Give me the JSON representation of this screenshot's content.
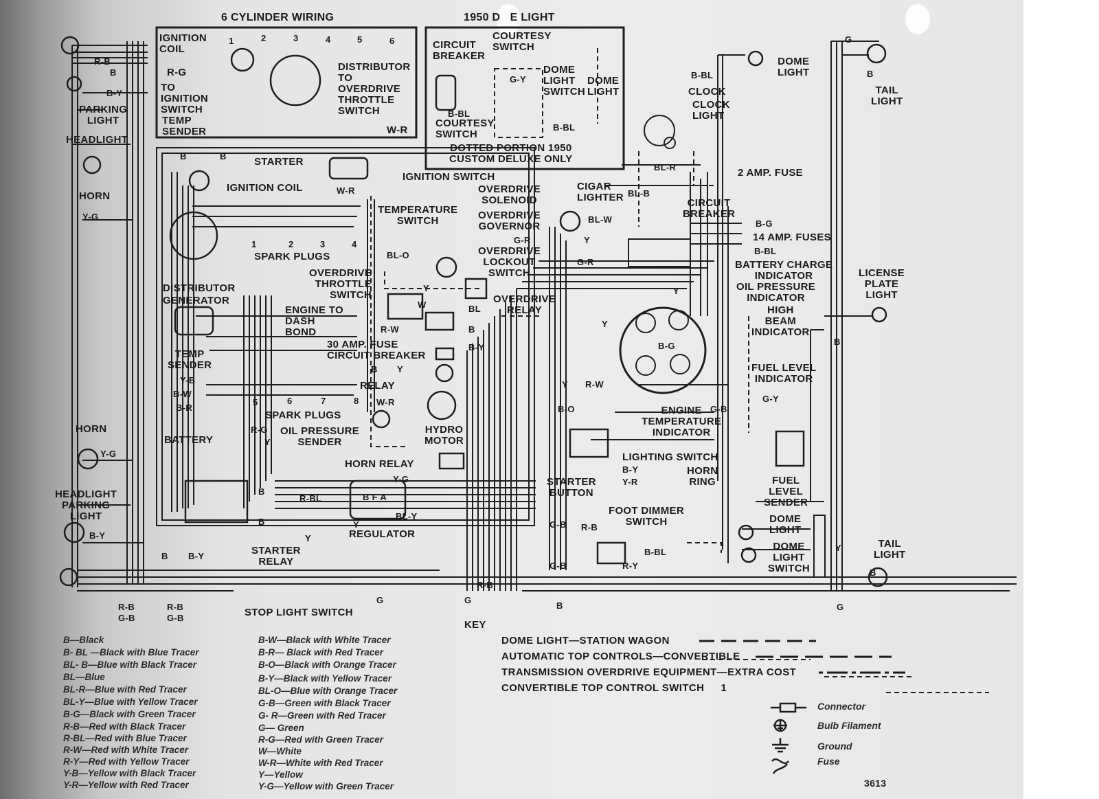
{
  "headings": {
    "six_cyl": "6 CYLINDER WIRING",
    "dome_light_1950": "1950 D   E LIGHT",
    "key": "KEY"
  },
  "inset_6cyl": {
    "ignition_coil": "IGNITION\nCOIL",
    "r_g": "R-G",
    "to_ignition_switch": "TO\nIGNITION\nSWITCH",
    "temp_sender": "TEMP\nSENDER",
    "distributor_to_overdrive": "DISTRIBUTOR\nTO\nOVERDRIVE\nTHROTTLE\nSWITCH",
    "w_r": "W-R",
    "plugs": [
      "1",
      "2",
      "3",
      "4",
      "5",
      "6"
    ]
  },
  "inset_dome": {
    "circuit_breaker": "CIRCUIT\nBREAKER",
    "courtesy_switch_top": "COURTESY\nSWITCH",
    "dome_light_switch": "DOME\nLIGHT\nSWITCH",
    "dome_light": "DOME\nLIGHT",
    "g_y": "G-Y",
    "b_bl_1": "B-BL",
    "courtesy_switch_bottom": "COURTESY\nSWITCH",
    "b_bl_2": "B-BL",
    "dotted_note": "DOTTED PORTION 1950\nCUSTOM DELUXE ONLY"
  },
  "left_side": {
    "r_b": "R-B",
    "b": "B",
    "b_y": "B-Y",
    "parking_light": "PARKING\nLIGHT",
    "headlight": "HEADLIGHT",
    "horn": "HORN",
    "y_g": "Y-G",
    "horn_2": "HORN",
    "y_g_2": "Y-G",
    "headlight_parking": "HEADLIGHT\nPARKING\nLIGHT",
    "b_y_2": "B-Y",
    "r_b_2": "R-B",
    "g_b": "G-B",
    "r_b_3": "R-B",
    "g_b_2": "G-B",
    "b_3": "B",
    "b_y_3": "B-Y"
  },
  "engine": {
    "b_1": "B",
    "b_2": "B",
    "starter": "STARTER",
    "ignition_coil": "IGNITION COIL",
    "w_r": "W-R",
    "spark_plugs_top": "SPARK PLUGS",
    "plugs_top": [
      "1",
      "2",
      "3",
      "4"
    ],
    "distributor": "DISTRIBUTOR",
    "generator": "GENERATOR",
    "temp_sender": "TEMP\nSENDER",
    "y_b": "Y-B",
    "b_w": "B-W",
    "b_r": "B-R",
    "spark_plugs_bottom": "SPARK PLUGS",
    "plugs_bottom": [
      "5",
      "6",
      "7",
      "8"
    ],
    "r_g": "R-G",
    "y": "Y",
    "oil_pressure_sender": "OIL PRESSURE\nSENDER",
    "battery": "BATTERY",
    "horn_relay": "HORN RELAY",
    "y_g": "Y-G",
    "b_f_a": "B F A",
    "r_bl": "R-BL",
    "bl_y": "BL-Y",
    "regulator": "REGULATOR",
    "starter_relay": "STARTER\nRELAY",
    "y_2": "Y",
    "b_3": "B",
    "y_3": "Y",
    "b_4": "B"
  },
  "center": {
    "ignition_switch": "IGNITION SWITCH",
    "overdrive_solenoid": "OVERDRIVE\nSOLENOID",
    "temperature_switch": "TEMPERATURE\nSWITCH",
    "overdrive_governor": "OVERDRIVE\nGOVERNOR",
    "g_r": "G-R",
    "overdrive_lockout": "OVERDRIVE\nLOCKOUT\nSWITCH",
    "bl_o": "BL-O",
    "overdrive_throttle": "OVERDRIVE\nTHROTTLE\nSWITCH",
    "engine_to_dash": "ENGINE TO\nDASH\nBOND",
    "r_w": "R-W",
    "overdrive_relay": "OVERDRIVE\nRELAY",
    "bl": "BL",
    "b": "B",
    "w": "W",
    "y": "Y",
    "fuse_30": "30 AMP. FUSE\nCIRCUIT BREAKER",
    "b_y": "B-Y",
    "b_2": "B",
    "y_2": "Y",
    "relay": "RELAY",
    "w_r": "W-R",
    "hydro_motor": "HYDRO\nMOTOR",
    "r_b": "R-B",
    "g": "G",
    "g_2": "G",
    "stop_light_switch": "STOP LIGHT SWITCH",
    "b_3": "B"
  },
  "dash": {
    "b_bl": "B-BL",
    "dome_light": "DOME\nLIGHT",
    "clock": "CLOCK",
    "clock_light": "CLOCK\nLIGHT",
    "bl_r": "BL-R",
    "fuse_2": "2 AMP. FUSE",
    "cigar_lighter": "CIGAR\nLIGHTER",
    "bl_b": "BL-B",
    "bl_w": "BL-W",
    "circuit_breaker": "CIRCUIT\nBREAKER",
    "b_g": "B-G",
    "fuses_14": "14 AMP. FUSES",
    "b_bl_2": "B-BL",
    "y": "Y",
    "g_r": "G-R",
    "battery_charge": "BATTERY CHARGE\nINDICATOR",
    "oil_pressure": "OIL PRESSURE\nINDICATOR",
    "high_beam": "HIGH\nBEAM\nINDICATOR",
    "y_2": "Y",
    "b_g_2": "B-G",
    "fuel_level": "FUEL LEVEL\nINDICATOR",
    "g_y": "G-Y",
    "y_3": "Y",
    "r_w": "R-W",
    "b_o": "B-O",
    "engine_temp": "ENGINE\nTEMPERATURE\nINDICATOR",
    "g_b": "G-B",
    "lighting_switch": "LIGHTING SWITCH",
    "b_y": "B-Y",
    "y_r": "Y-R",
    "horn_ring": "HORN\nRING",
    "starter_button": "STARTER\nBUTTON",
    "foot_dimmer": "FOOT DIMMER\nSWITCH",
    "g_b_2": "G-B",
    "r_b": "R-B",
    "g_b_3": "G-B",
    "r_y": "R-Y",
    "b_bl_3": "B-BL",
    "y_4": "Y"
  },
  "right_side": {
    "g": "G",
    "b": "B",
    "tail_light": "TAIL\nLIGHT",
    "license_plate": "LICENSE\nPLATE\nLIGHT",
    "b_2": "B",
    "fuel_level_sender": "FUEL\nLEVEL\nSENDER",
    "dome_light": "DOME\nLIGHT",
    "dome_light_switch": "DOME\nLIGHT\nSWITCH",
    "y": "Y",
    "tail_light_2": "TAIL\nLIGHT",
    "b_3": "B",
    "g_2": "G"
  },
  "key_col1": [
    "B—Black",
    "B- BL —Black with Blue Tracer",
    "BL- B—Blue with Black Tracer",
    "BL—Blue",
    "BL-R—Blue with Red Tracer",
    "BL-Y—Blue with Yellow Tracer",
    "B-G—Black with Green Tracer",
    "R-B—Red with Black Tracer",
    "R-BL—Red with Blue Tracer",
    "R-W—Red with White Tracer",
    "R-Y—Red with Yellow Tracer",
    "Y-B—Yellow with Black Tracer",
    "Y-R—Yellow with Red Tracer"
  ],
  "key_col2": [
    "B-W—Black with White Tracer",
    "B-R— Black with Red Tracer",
    "B-O—Black with Orange Tracer",
    "B-Y—Black with Yellow Tracer",
    "BL-O—Blue with Orange Tracer",
    "G-B—Green with Black Tracer",
    "G- R—Green with Red Tracer",
    "G— Green",
    "R-G—Red with Green Tracer",
    "W—White",
    "W-R—White with Red Tracer",
    "Y—Yellow",
    "Y-G—Yellow with Green Tracer"
  ],
  "legend": {
    "dome_wagon": "DOME LIGHT—STATION WAGON",
    "auto_top": "AUTOMATIC TOP CONTROLS—CONVERTIBLE",
    "overdrive": "TRANSMISSION OVERDRIVE EQUIPMENT—EXTRA COST",
    "conv_switch": "CONVERTIBLE TOP CONTROL SWITCH",
    "conv_switch_num": "1"
  },
  "symbols": {
    "connector": "Connector",
    "bulb_filament": "Bulb Filament",
    "ground": "Ground",
    "fuse": "Fuse"
  },
  "page_number": "3613"
}
